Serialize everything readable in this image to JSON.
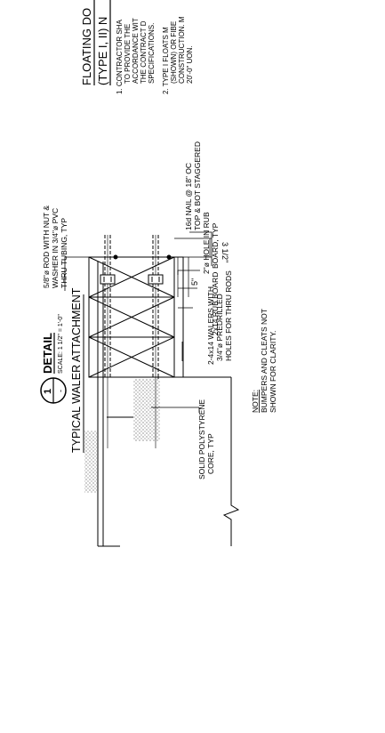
{
  "title_block": {
    "title_line1": "FLOATING DO",
    "title_line2": "(TYPE I, II) N"
  },
  "general_notes": [
    "1.  CONTRACTOR SHA",
    "TO PROVIDE THE",
    "ACCORDANCE WIT",
    "THE CONTRACT D",
    "SPECIFICATIONS.",
    "2.  TYPE I FLOATS M",
    "(SHOWN) OR FIBE",
    "CONSTRUCTION. M",
    "20'-0\" UON."
  ],
  "callouts": {
    "rod_line1": "5/8\"ø ROD WITH NUT &",
    "rod_line2": "WASHER IN 3/4\"ø PVC",
    "rod_line3": "THRU TUBING, TYP",
    "nail_line1": "16d NAIL @ 18\" OC",
    "nail_line2": "TOP & BOT STAGGERED",
    "hole_line1": "2\"ø HOLE IN RUB",
    "hole_line2": "BOARD, TYP",
    "rub_board": "2x14 RUB BOARD",
    "walers_line1": "2-4x14 WALERS WITH",
    "walers_line2": "3/4\"ø PREDRILLED",
    "walers_line3": "HOLES FOR THRU RODS",
    "core_line1": "SOLID POLYSTYRENE",
    "core_line2": "CORE, TYP"
  },
  "dimensions": {
    "dim_a": "3 1/2\"",
    "dim_b": "5\""
  },
  "note": {
    "heading": "NOTE:",
    "line1": "BUMPERS AND CLEATS NOT",
    "line2": "SHOWN FOR CLARITY."
  },
  "detail": {
    "title": "TYPICAL WALER ATTACHMENT",
    "number": "1",
    "sheet": "-",
    "label": "DETAIL",
    "scale": "SCALE: 1 1/2\" = 1'-0\""
  }
}
